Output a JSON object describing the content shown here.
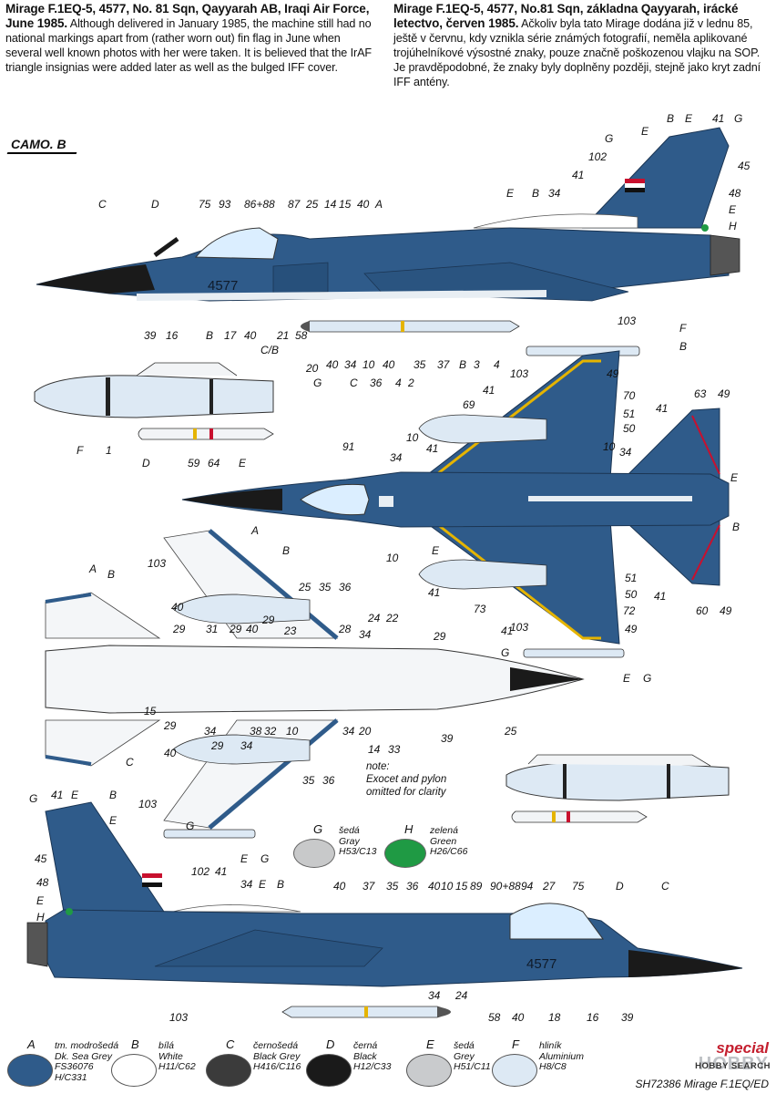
{
  "header": {
    "en_title": "Mirage F.1EQ-5, 4577, No. 81 Sqn, Qayyarah AB, Iraqi Air Force, June 1985.",
    "en_text": "Although delivered in January 1985, the machine still had no national markings apart from (rather worn out) fin flag in June when several well known photos with her were taken. It is believed that the IrAF triangle insignias were added later as well as the bulged IFF cover.",
    "cz_title": "Mirage F.1EQ-5, 4577, No.81 Sqn, základna Qayyarah, irácké letectvo, červen 1985.",
    "cz_text": "Ačkoliv byla tato Mirage dodána již v lednu 85, ještě v červnu, kdy vznikla série známých fotografií, neměla aplikované trojúhelníkové výsostné znaky, pouze značně poškozenou vlajku na SOP. Je pravděpodobné, že znaky byly doplněny později, stejně jako kryt zadní IFF antény."
  },
  "camo_label": "CAMO. B",
  "serial": "4577",
  "note": {
    "line1": "note:",
    "line2": "Exocet and pylon",
    "line3": "omitted for clarity"
  },
  "colors": {
    "dark_sea_grey": "#2f5b8a",
    "white": "#ffffff",
    "black_grey": "#3b3b3b",
    "black": "#1a1a1a",
    "grey": "#c9cbcd",
    "aluminium": "#dde9f4",
    "gray_g": "#c8c9ca",
    "green_h": "#1f9a44"
  },
  "small_swatches": [
    {
      "letter": "G",
      "cz": "šedá",
      "en": "Gray",
      "code": "H53/C13"
    },
    {
      "letter": "H",
      "cz": "zelená",
      "en": "Green",
      "code": "H26/C66"
    }
  ],
  "legend": [
    {
      "letter": "A",
      "cz": "tm. modrošedá",
      "en": "Dk. Sea Grey",
      "code": "FS36076",
      "code2": "H/C331"
    },
    {
      "letter": "B",
      "cz": "bílá",
      "en": "White",
      "code": "H11/C62",
      "code2": ""
    },
    {
      "letter": "C",
      "cz": "černošedá",
      "en": "Black Grey",
      "code": "H416/C116",
      "code2": ""
    },
    {
      "letter": "D",
      "cz": "černá",
      "en": "Black",
      "code": "H12/C33",
      "code2": ""
    },
    {
      "letter": "E",
      "cz": "šedá",
      "en": "Grey",
      "code": "H51/C11",
      "code2": ""
    },
    {
      "letter": "F",
      "cz": "hliník",
      "en": "Aluminium",
      "code": "H8/C8",
      "code2": ""
    }
  ],
  "brand": {
    "special": "special",
    "hobby": "HOBBY",
    "search": "HOBBY SEARCH"
  },
  "footer_code": "SH72386 Mirage F.1EQ/ED",
  "callouts": {
    "side1": [
      "C",
      "D",
      "75",
      "93",
      "86+88",
      "87",
      "25",
      "14",
      "15",
      "40",
      "A",
      "39",
      "16",
      "B",
      "17",
      "40",
      "21",
      "58",
      "C/B",
      "20",
      "40",
      "34",
      "10",
      "G",
      "36",
      "40",
      "C",
      "4",
      "35",
      "2",
      "37",
      "B",
      "3",
      "4",
      "E",
      "B",
      "34",
      "41",
      "102",
      "G",
      "E",
      "B",
      "E",
      "41",
      "G",
      "45",
      "48",
      "E",
      "H",
      "103",
      "F",
      "B"
    ],
    "tank": [
      "F",
      "1",
      "D",
      "59",
      "64",
      "E"
    ],
    "top": [
      "91",
      "34",
      "10",
      "41",
      "69",
      "103",
      "41",
      "49",
      "70",
      "51",
      "50",
      "10",
      "34",
      "41",
      "63",
      "49",
      "E",
      "B",
      "10",
      "E",
      "41",
      "73",
      "41",
      "103",
      "51",
      "50",
      "72",
      "49",
      "41",
      "60",
      "49",
      "G",
      "E",
      "G"
    ],
    "bottom": [
      "A",
      "B",
      "103",
      "A",
      "B",
      "40",
      "29",
      "31",
      "29",
      "40",
      "29",
      "25",
      "35",
      "36",
      "24",
      "22",
      "23",
      "28",
      "34",
      "29",
      "15",
      "C",
      "29",
      "40",
      "34",
      "29",
      "34",
      "38",
      "32",
      "10",
      "34",
      "20",
      "14",
      "33",
      "39",
      "25",
      "35",
      "36"
    ],
    "side2": [
      "G",
      "41",
      "E",
      "B",
      "E",
      "103",
      "G",
      "45",
      "48",
      "E",
      "H",
      "102",
      "41",
      "34",
      "E",
      "B",
      "40",
      "37",
      "35",
      "36",
      "40",
      "10",
      "15",
      "89",
      "90+88",
      "94",
      "27",
      "75",
      "D",
      "C",
      "103",
      "34",
      "24",
      "58",
      "40",
      "18",
      "16",
      "39",
      "E",
      "G"
    ]
  }
}
